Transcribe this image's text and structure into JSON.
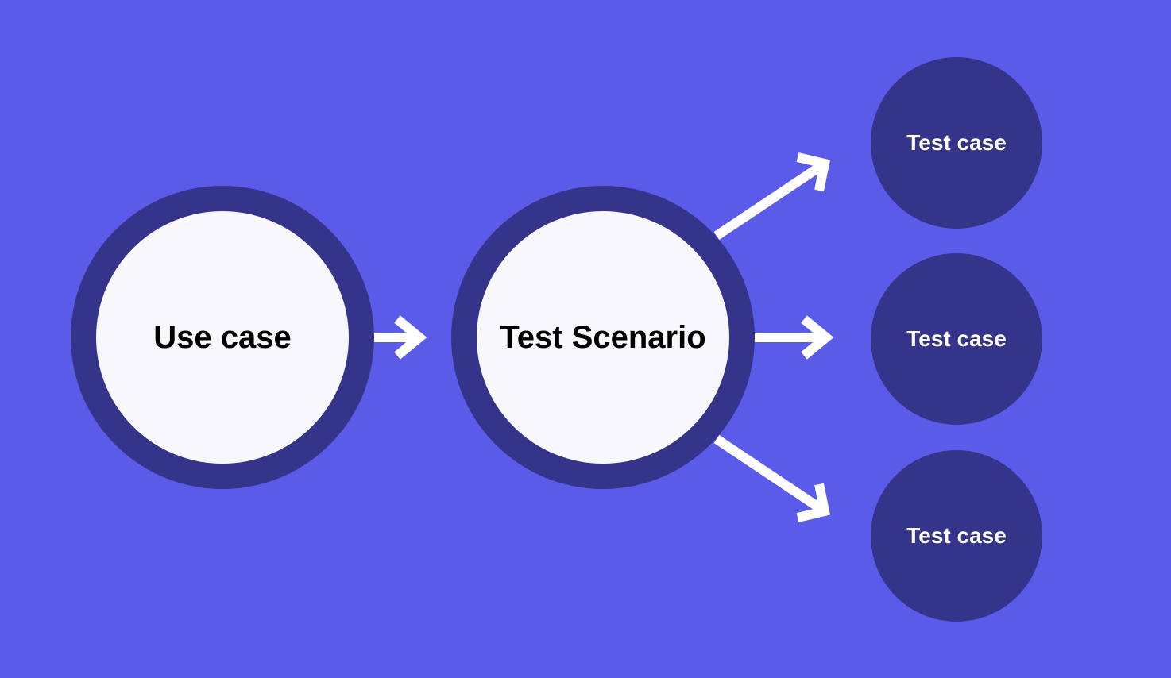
{
  "colors": {
    "background": "#5a5ce9",
    "ring": "#35348b",
    "inner_fill": "#f8f8fc",
    "arrow": "#ffffff"
  },
  "nodes": {
    "use_case": {
      "label": "Use case"
    },
    "test_scenario": {
      "label": "Test Scenario"
    },
    "test_cases": [
      {
        "label": "Test case"
      },
      {
        "label": "Test case"
      },
      {
        "label": "Test case"
      }
    ]
  },
  "edges": [
    {
      "from": "use_case",
      "to": "test_scenario"
    },
    {
      "from": "test_scenario",
      "to": "test_cases.0"
    },
    {
      "from": "test_scenario",
      "to": "test_cases.1"
    },
    {
      "from": "test_scenario",
      "to": "test_cases.2"
    }
  ]
}
